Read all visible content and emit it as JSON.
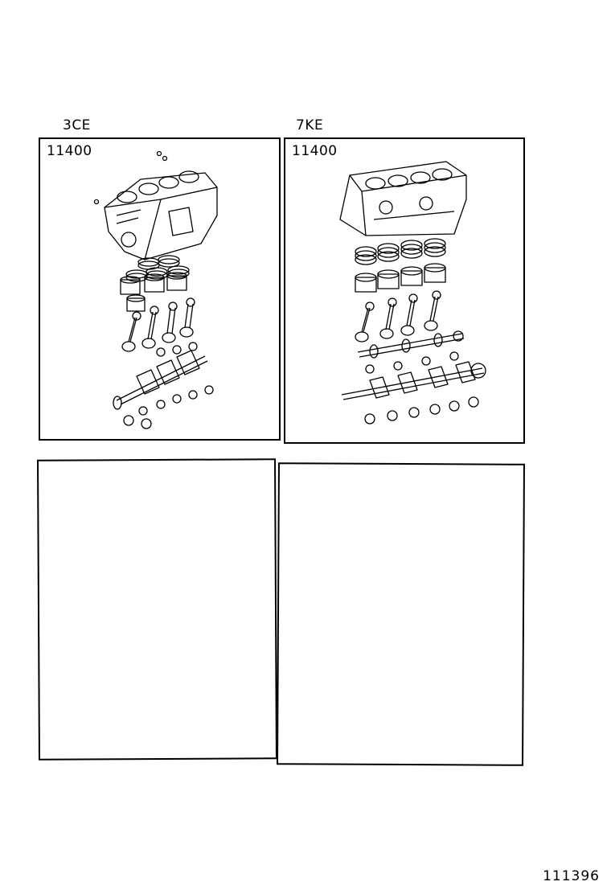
{
  "panels": [
    {
      "engine_label": "3CE",
      "part_number": "11400"
    },
    {
      "engine_label": "7KE",
      "part_number": "11400"
    }
  ],
  "figure_id": "111396"
}
